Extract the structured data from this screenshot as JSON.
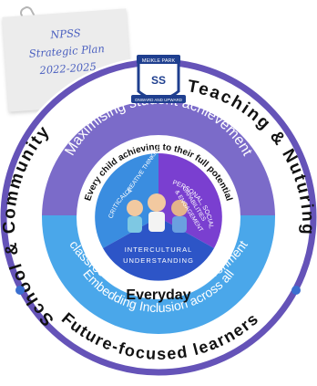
{
  "note": {
    "line1": "NPSS",
    "line2": "Strategic Plan",
    "line3": "2022-2025"
  },
  "badge": {
    "top_text": "MEIKLE PARK",
    "bottom_text": "ONWARD AND UPWARD",
    "initials": "SS"
  },
  "outer_ring": {
    "left_text": "School & Community",
    "right_text": "Teaching & Nuturing",
    "bottom_text": "Future-focused learners"
  },
  "top_band": {
    "text": "Maximising student achievement"
  },
  "bottom_band": {
    "line1": "Embedding Inclusion across all",
    "line2": "classrooms & the  school environment"
  },
  "white_ring": {
    "top_text": "Every child achieving to their full potential",
    "bottom_text": "Everyday"
  },
  "inner_circle": {
    "left_text_1": "CRITICAL &",
    "left_text_2": "CREATIVE THINKING",
    "right_text_1": "PERSONAL, SOCIAL",
    "right_text_2": "CAPABILITIES",
    "right_text_3": "& ENGAGEMENT",
    "bottom_text_1": "INTERCULTURAL",
    "bottom_text_2": "UNDERSTANDING"
  },
  "colors": {
    "outer_ring": "#ffffff",
    "outer_ring_border": "#6553b8",
    "top_band": "#7b6bc9",
    "bottom_band": "#4aa7ea",
    "white_ring": "#ffffff",
    "inner_left": "#3a8de0",
    "inner_right": "#7a3fd0",
    "inner_bottom": "#2d55c7",
    "text_dark": "#111111",
    "note_text": "#4a5fbf"
  }
}
